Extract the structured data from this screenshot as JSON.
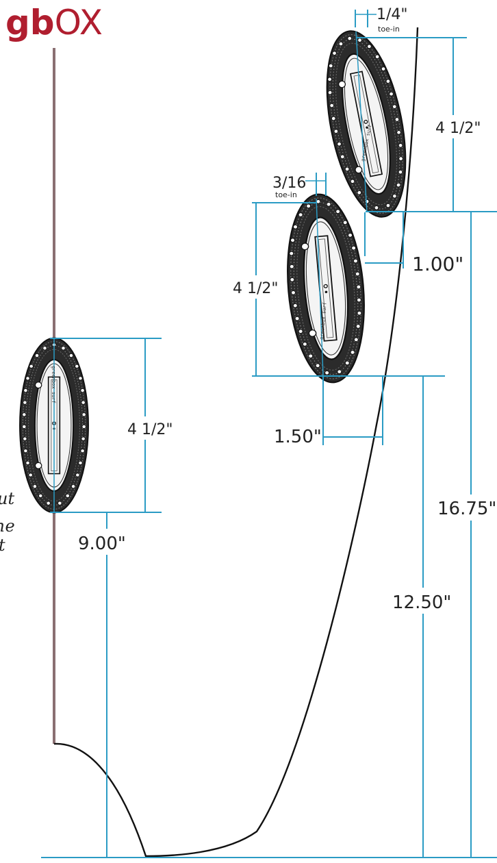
{
  "logo": {
    "part1": "g",
    "part2": "b",
    "part3": "OX"
  },
  "colors": {
    "dimension": "#2a9bc4",
    "stringer": "#8a6f72",
    "fin_dark": "#2b2b2b",
    "outline": "#111111",
    "logo_red": "#b01e2f"
  },
  "left_fin": {
    "height_label": "4 1/2\"",
    "distance_label": "9.00\"",
    "brand": "greenbox surf"
  },
  "front_fin": {
    "toe_value": "1/4\"",
    "toe_label": "toe-in",
    "height_label": "4 1/2\"",
    "offset_label": "1.00\"",
    "distance_label": "16.75\"",
    "brand": "greenbox surf"
  },
  "rear_fin": {
    "toe_value": "3/16",
    "toe_label": "toe-in",
    "height_label": "4 1/2\"",
    "offset_label": "1.50\"",
    "distance_label": "12.50\"",
    "brand": "greenbox surf"
  },
  "side_text": {
    "line1": "ut",
    "line2": "he",
    "line3": "t"
  }
}
